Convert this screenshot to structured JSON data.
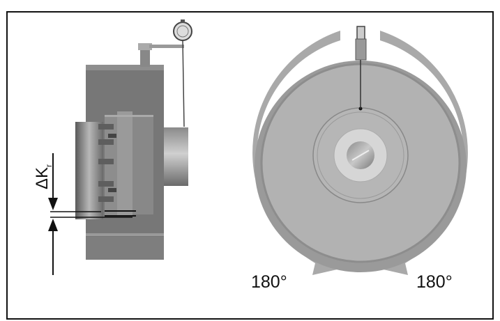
{
  "figure": {
    "delta_symbol": "ΔK",
    "delta_subscript": "r",
    "rotation_left_label": "180°",
    "rotation_right_label": "180°"
  },
  "colors": {
    "frame": "#111111",
    "arrow": "#a9a9a9",
    "disc_outer": "#9a9a9a",
    "disc_face": "#b2b2b2",
    "coupling_dark": "#6f6f6f",
    "coupling_mid": "#8a8a8a"
  }
}
